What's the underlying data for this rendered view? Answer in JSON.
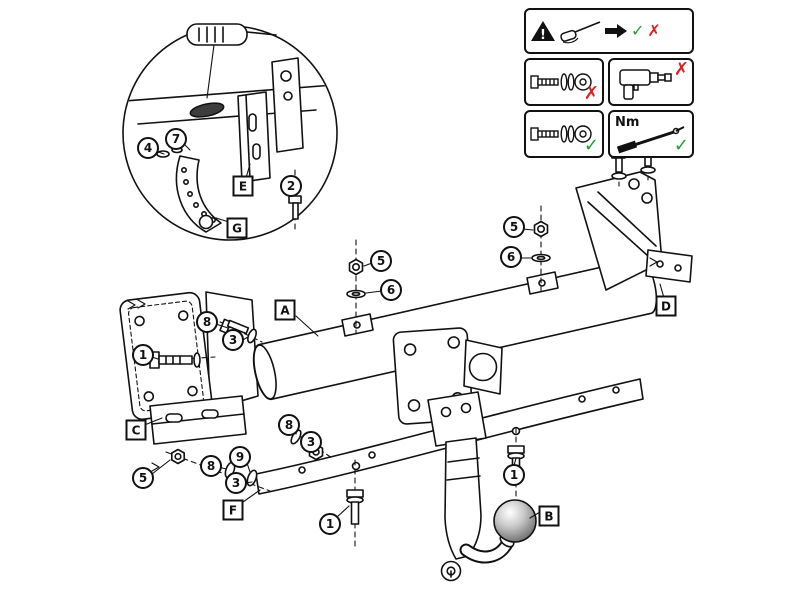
{
  "diagram": {
    "callouts": [
      {
        "label": "4"
      },
      {
        "label": "7"
      },
      {
        "label": "2"
      },
      {
        "label": "5"
      },
      {
        "label": "6"
      },
      {
        "label": "5"
      },
      {
        "label": "6"
      },
      {
        "label": "8"
      },
      {
        "label": "3"
      },
      {
        "label": "1"
      },
      {
        "label": "8"
      },
      {
        "label": "3"
      },
      {
        "label": "5"
      },
      {
        "label": "8"
      },
      {
        "label": "9"
      },
      {
        "label": "3"
      },
      {
        "label": "1"
      },
      {
        "label": "1"
      }
    ],
    "part_labels": [
      {
        "label": "E"
      },
      {
        "label": "G"
      },
      {
        "label": "A"
      },
      {
        "label": "C"
      },
      {
        "label": "F"
      },
      {
        "label": "D"
      },
      {
        "label": "B"
      }
    ]
  },
  "legend": {
    "warning_glyph": "!",
    "nm_label": "Nm",
    "check_glyph": "✓",
    "cross_glyph": "✗",
    "icons": [
      "warning-triangle",
      "screwdriver",
      "arrow-right",
      "check",
      "cross",
      "bolt-with-washers",
      "impact-wrench",
      "torque-wrench"
    ],
    "colors": {
      "check": "#1e9e33",
      "cross": "#e11d1d",
      "line": "#111111"
    }
  }
}
